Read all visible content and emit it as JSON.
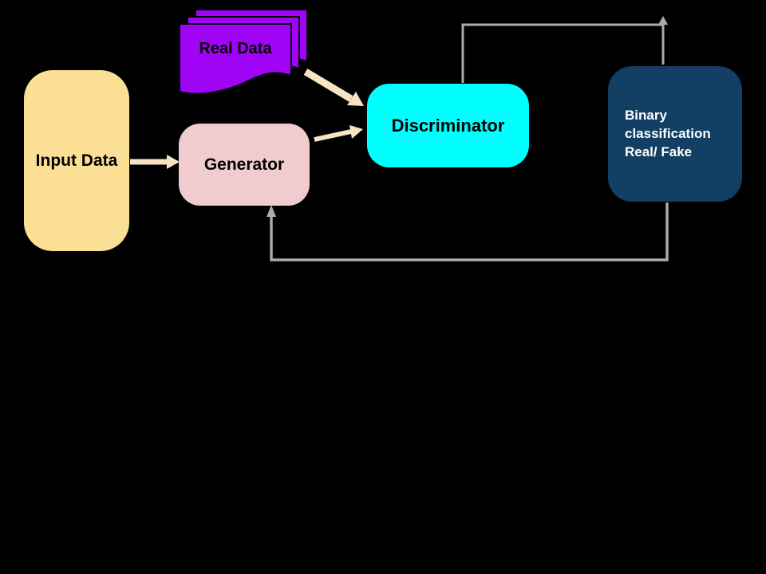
{
  "diagram": {
    "title": "GAN architecture diagram",
    "background": "#000000",
    "nodes": {
      "input_data": {
        "label": "Input Data",
        "fill": "#FBDF95",
        "text_color": "#000000",
        "shape": "rounded-rectangle"
      },
      "generator": {
        "label": "Generator",
        "fill": "#F1CCCE",
        "text_color": "#000000",
        "shape": "rounded-rectangle"
      },
      "real_data": {
        "label": "Real Data",
        "fill": "#A004F4",
        "text_color": "#000000",
        "shape": "stacked-documents",
        "stack_count": 3
      },
      "discriminator": {
        "label": "Discriminator",
        "fill": "#00FFFF",
        "text_color": "#000000",
        "shape": "rounded-rectangle"
      },
      "binary_classification": {
        "label_lines": [
          "Binary",
          "classification",
          "Real/ Fake"
        ],
        "fill": "#123F63",
        "text_color": "#FFFFFF",
        "shape": "rounded-rectangle"
      }
    },
    "edges": [
      {
        "from": "input_data",
        "to": "generator",
        "style": "thick-cream-arrow"
      },
      {
        "from": "real_data",
        "to": "discriminator",
        "style": "thick-cream-arrow"
      },
      {
        "from": "generator",
        "to": "discriminator",
        "style": "thick-cream-arrow"
      },
      {
        "from": "discriminator",
        "to": "binary_classification",
        "style": "gray-elbow-connector"
      },
      {
        "from": "binary_classification",
        "to": "generator",
        "style": "gray-elbow-feedback-connector"
      }
    ],
    "colors": {
      "arrow_cream": "#F7E4C2",
      "connector_gray": "#ABABAB",
      "document_purple": "#A004F4",
      "document_border": "#000000"
    }
  }
}
